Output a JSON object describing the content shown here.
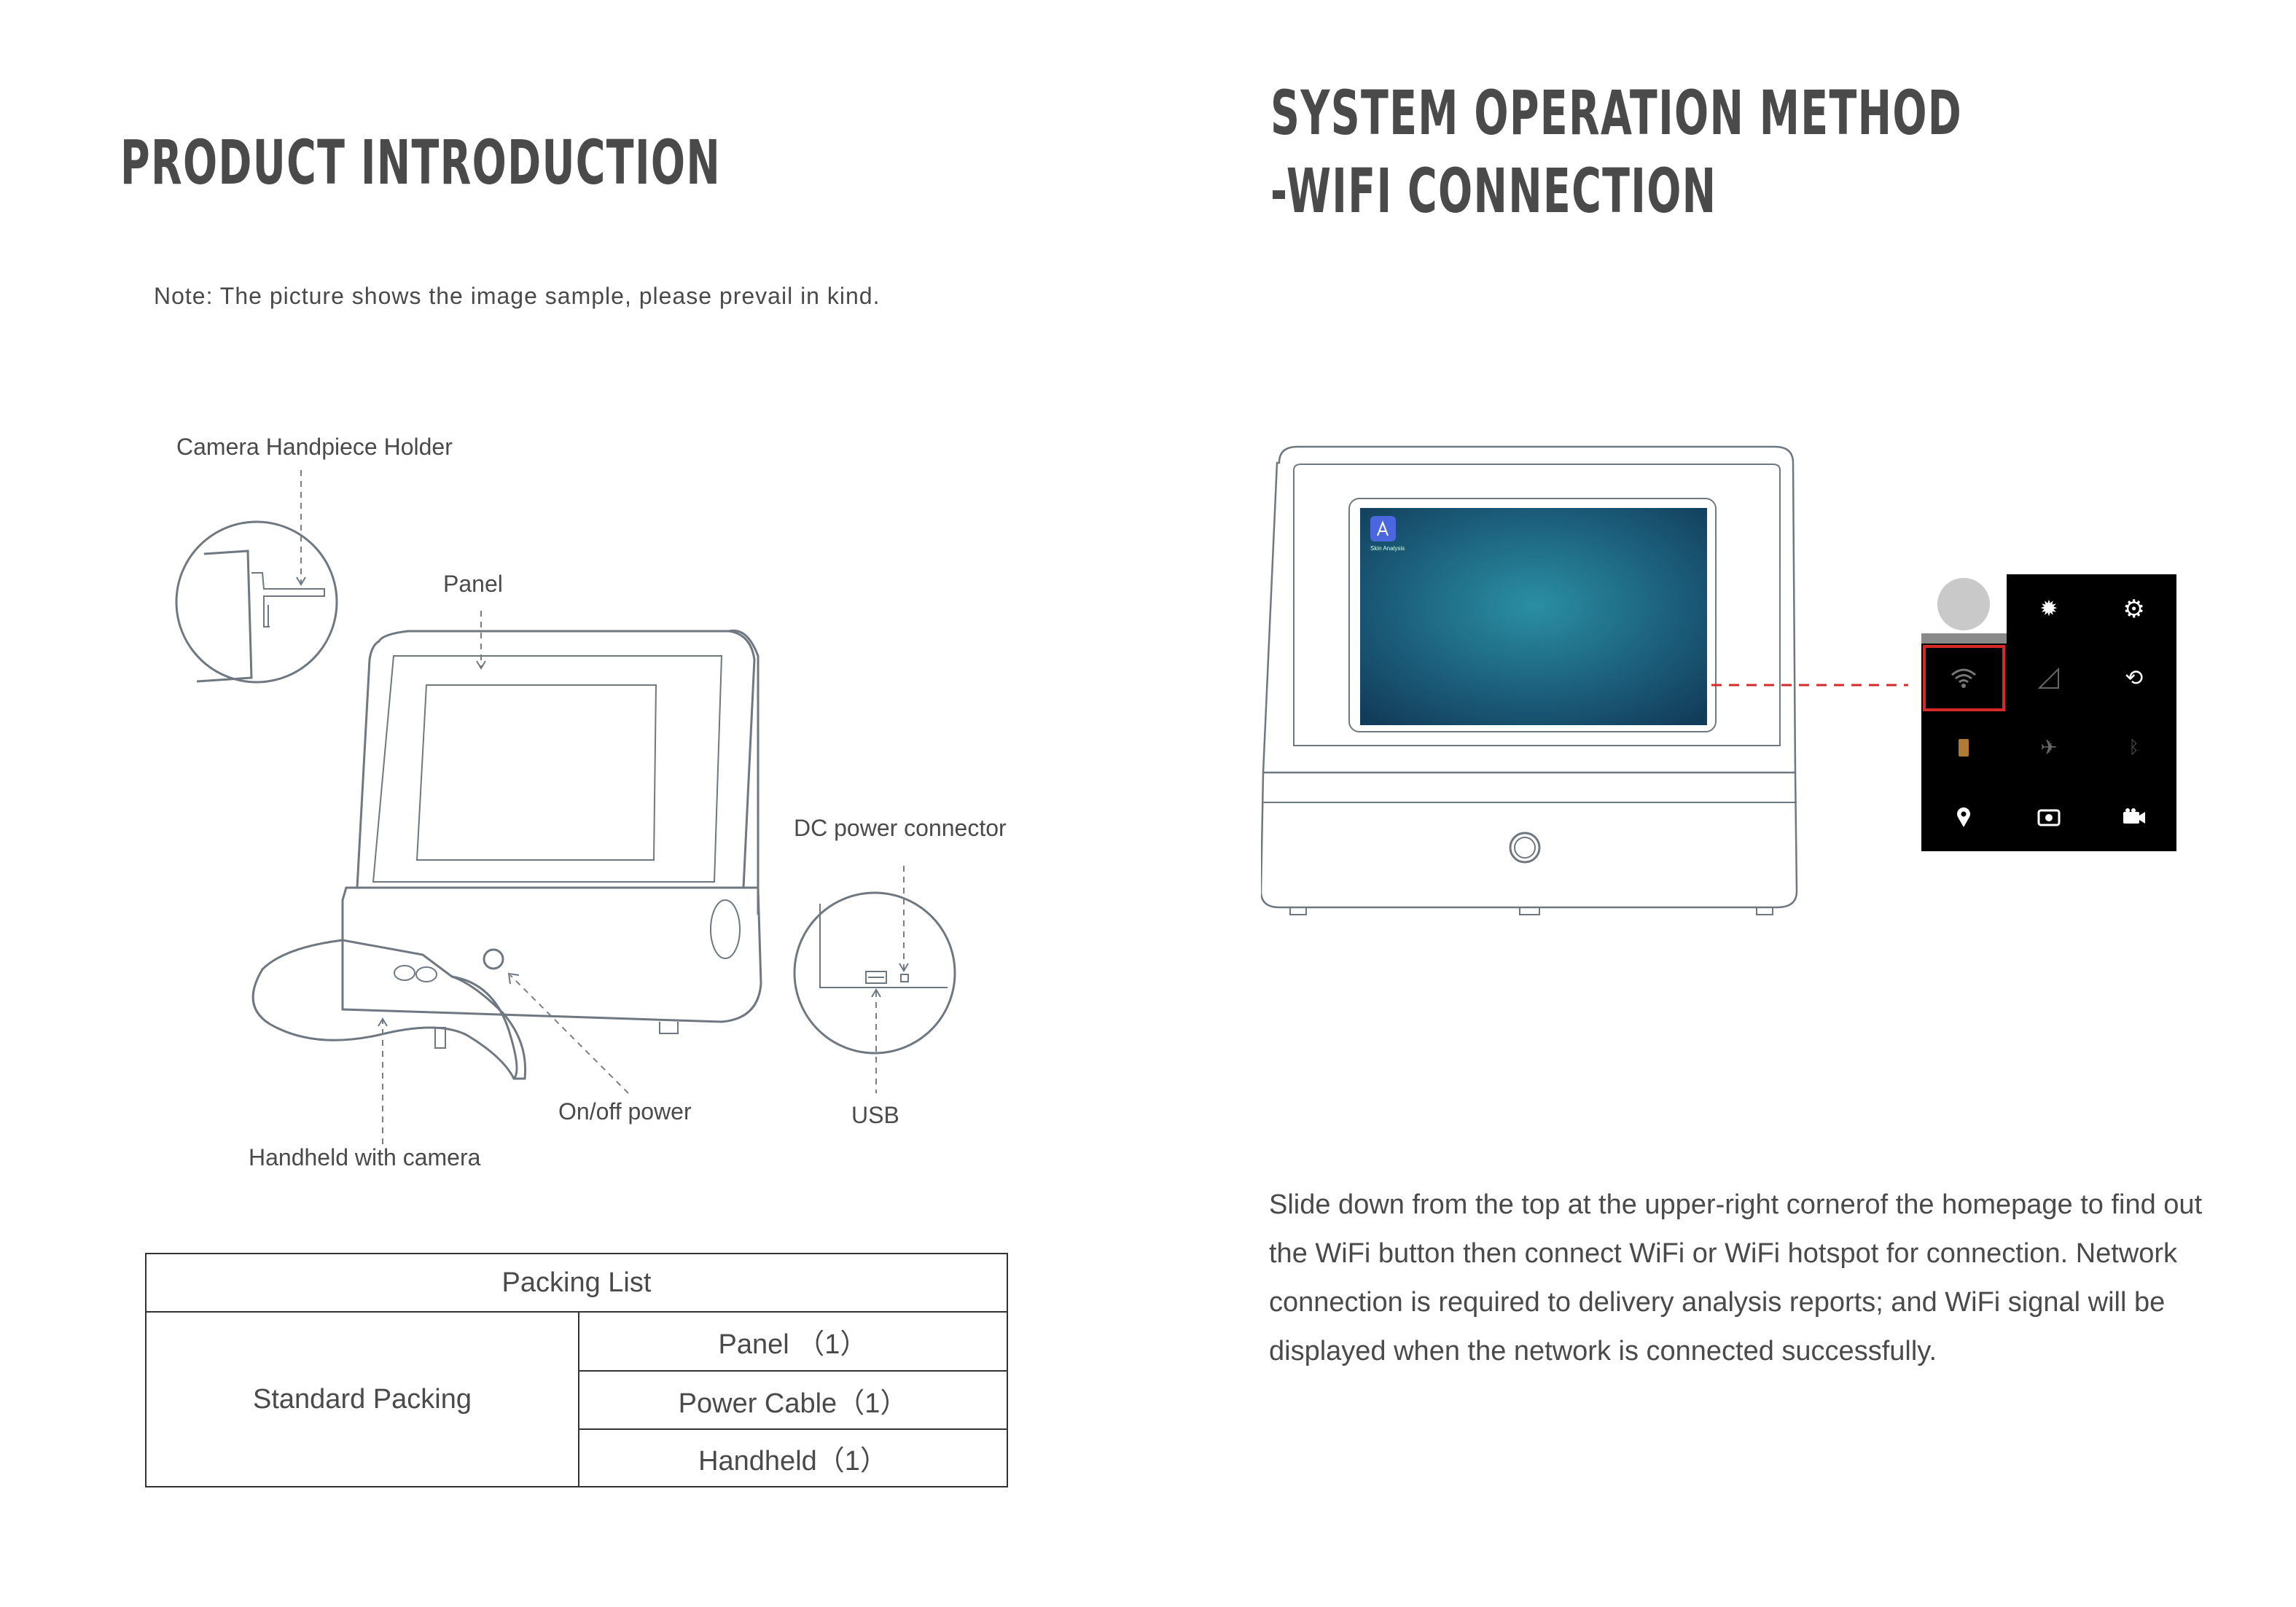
{
  "left": {
    "title": "PRODUCT INTRODUCTION",
    "note": "Note:  The picture shows the image sample, please prevail in kind.",
    "callouts": {
      "holder": "Camera Handpiece  Holder",
      "panel": "Panel",
      "dc": "DC power connector",
      "onoff": "On/off power",
      "usb": "USB",
      "handheld": "Handheld with camera"
    },
    "packing": {
      "header": "Packing List",
      "group": "Standard Packing",
      "items": [
        "Panel （1）",
        "Power Cable（1）",
        "Handheld（1）"
      ]
    }
  },
  "right": {
    "title_line1": "SYSTEM OPERATION METHOD",
    "title_line2": "-WIFI CONNECTION",
    "app_label": "Skin Analysis",
    "quick_settings_icons": [
      "avatar",
      "brightness-icon",
      "settings-icon",
      "wifi-icon",
      "signal-icon",
      "rotate-icon",
      "battery-icon",
      "airplane-icon",
      "bluetooth-icon",
      "location-icon",
      "screenshot-icon",
      "video-icon"
    ],
    "body": "Slide down from the top at the upper-right cornerof the homepage to find out the WiFi button then connect WiFi or WiFi hotspot for connection. Network connection is required to delivery analysis reports; and WiFi signal will be displayed when the network is connected successfully.",
    "colors": {
      "highlight": "#d42a2a",
      "panel_bg": "#000000",
      "screen": "#1d6f86"
    }
  }
}
